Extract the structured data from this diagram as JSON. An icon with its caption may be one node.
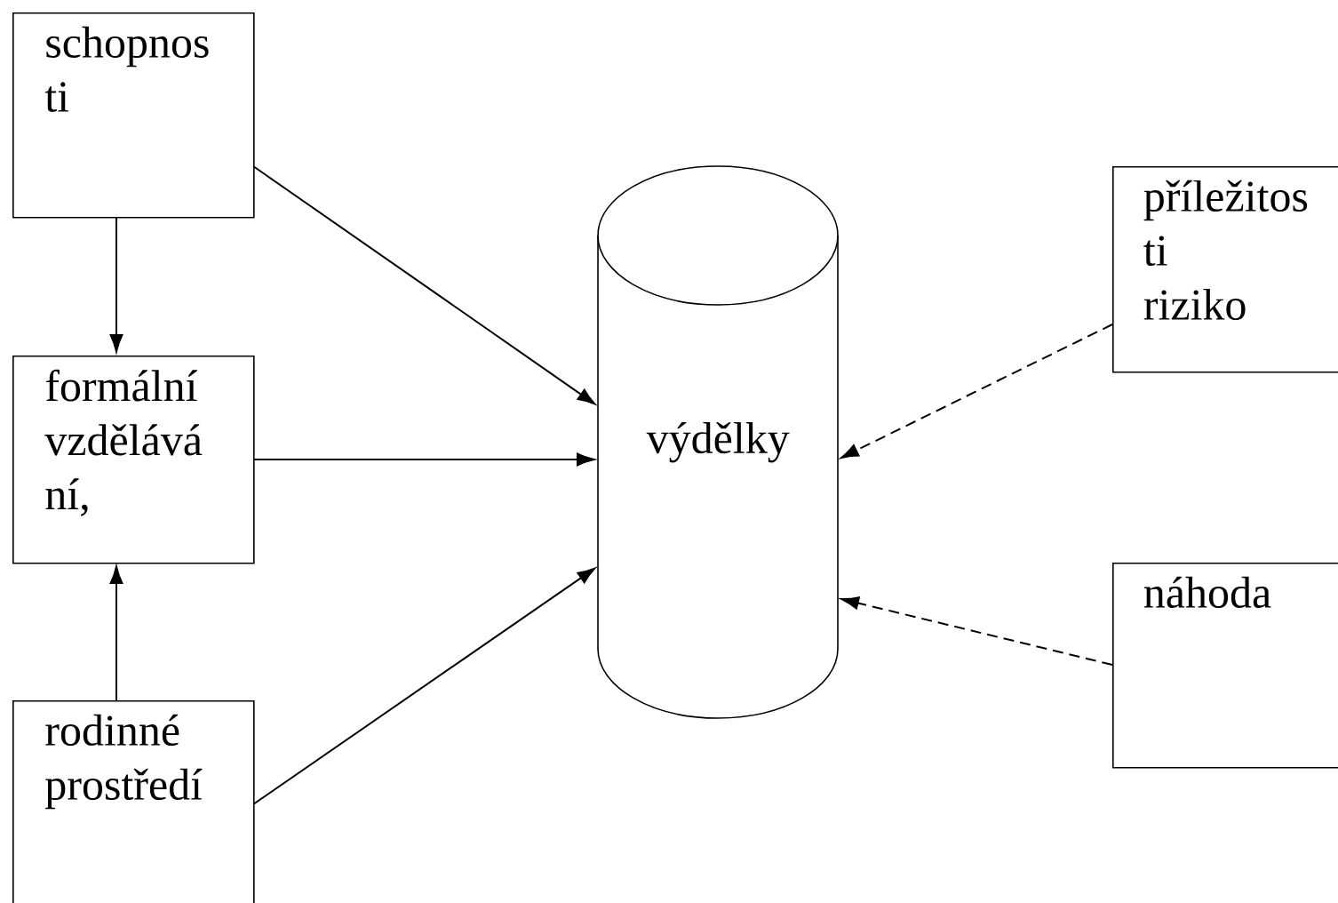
{
  "diagram": {
    "nodes": [
      {
        "text": [
          "schopnos ti"
        ]
      },
      {
        "text": [
          "formální vzdělává ní,"
        ]
      },
      {
        "text": [
          "rodinné prostředí"
        ]
      },
      {
        "text": [
          "výdělky"
        ]
      },
      {
        "text": [
          "příležitos ti",
          "riziko"
        ]
      },
      {
        "text": [
          "náhoda"
        ]
      }
    ],
    "edges": [
      {
        "from": 0,
        "to": 1,
        "arrow": "to"
      },
      {
        "from": 2,
        "to": 1,
        "arrow": "to"
      },
      {
        "from": 0,
        "to": 3,
        "arrow": "to"
      },
      {
        "from": 1,
        "to": 3,
        "arrow": "to"
      },
      {
        "from": 2,
        "to": 3,
        "arrow": "to"
      },
      {
        "from": 4,
        "to": 3,
        "arrow": "to",
        "style": "dashed"
      },
      {
        "from": 5,
        "to": 3,
        "arrow": "to",
        "style": "dashed"
      }
    ]
  }
}
